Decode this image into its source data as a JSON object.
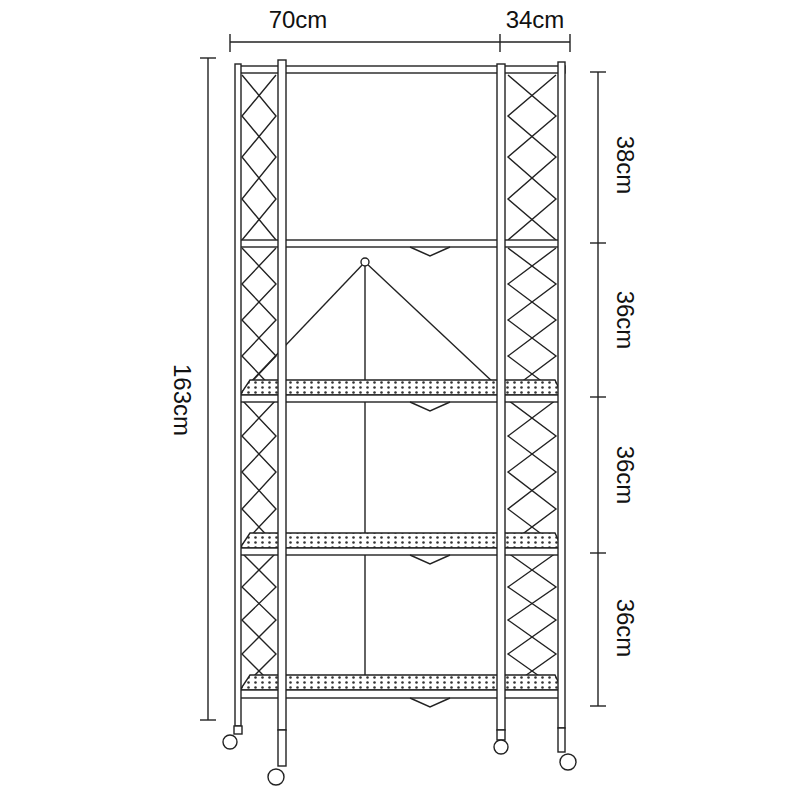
{
  "diagram": {
    "labels": [
      "70cm",
      "34cm",
      "163cm",
      "38cm",
      "36cm",
      "36cm",
      "36cm"
    ]
  }
}
